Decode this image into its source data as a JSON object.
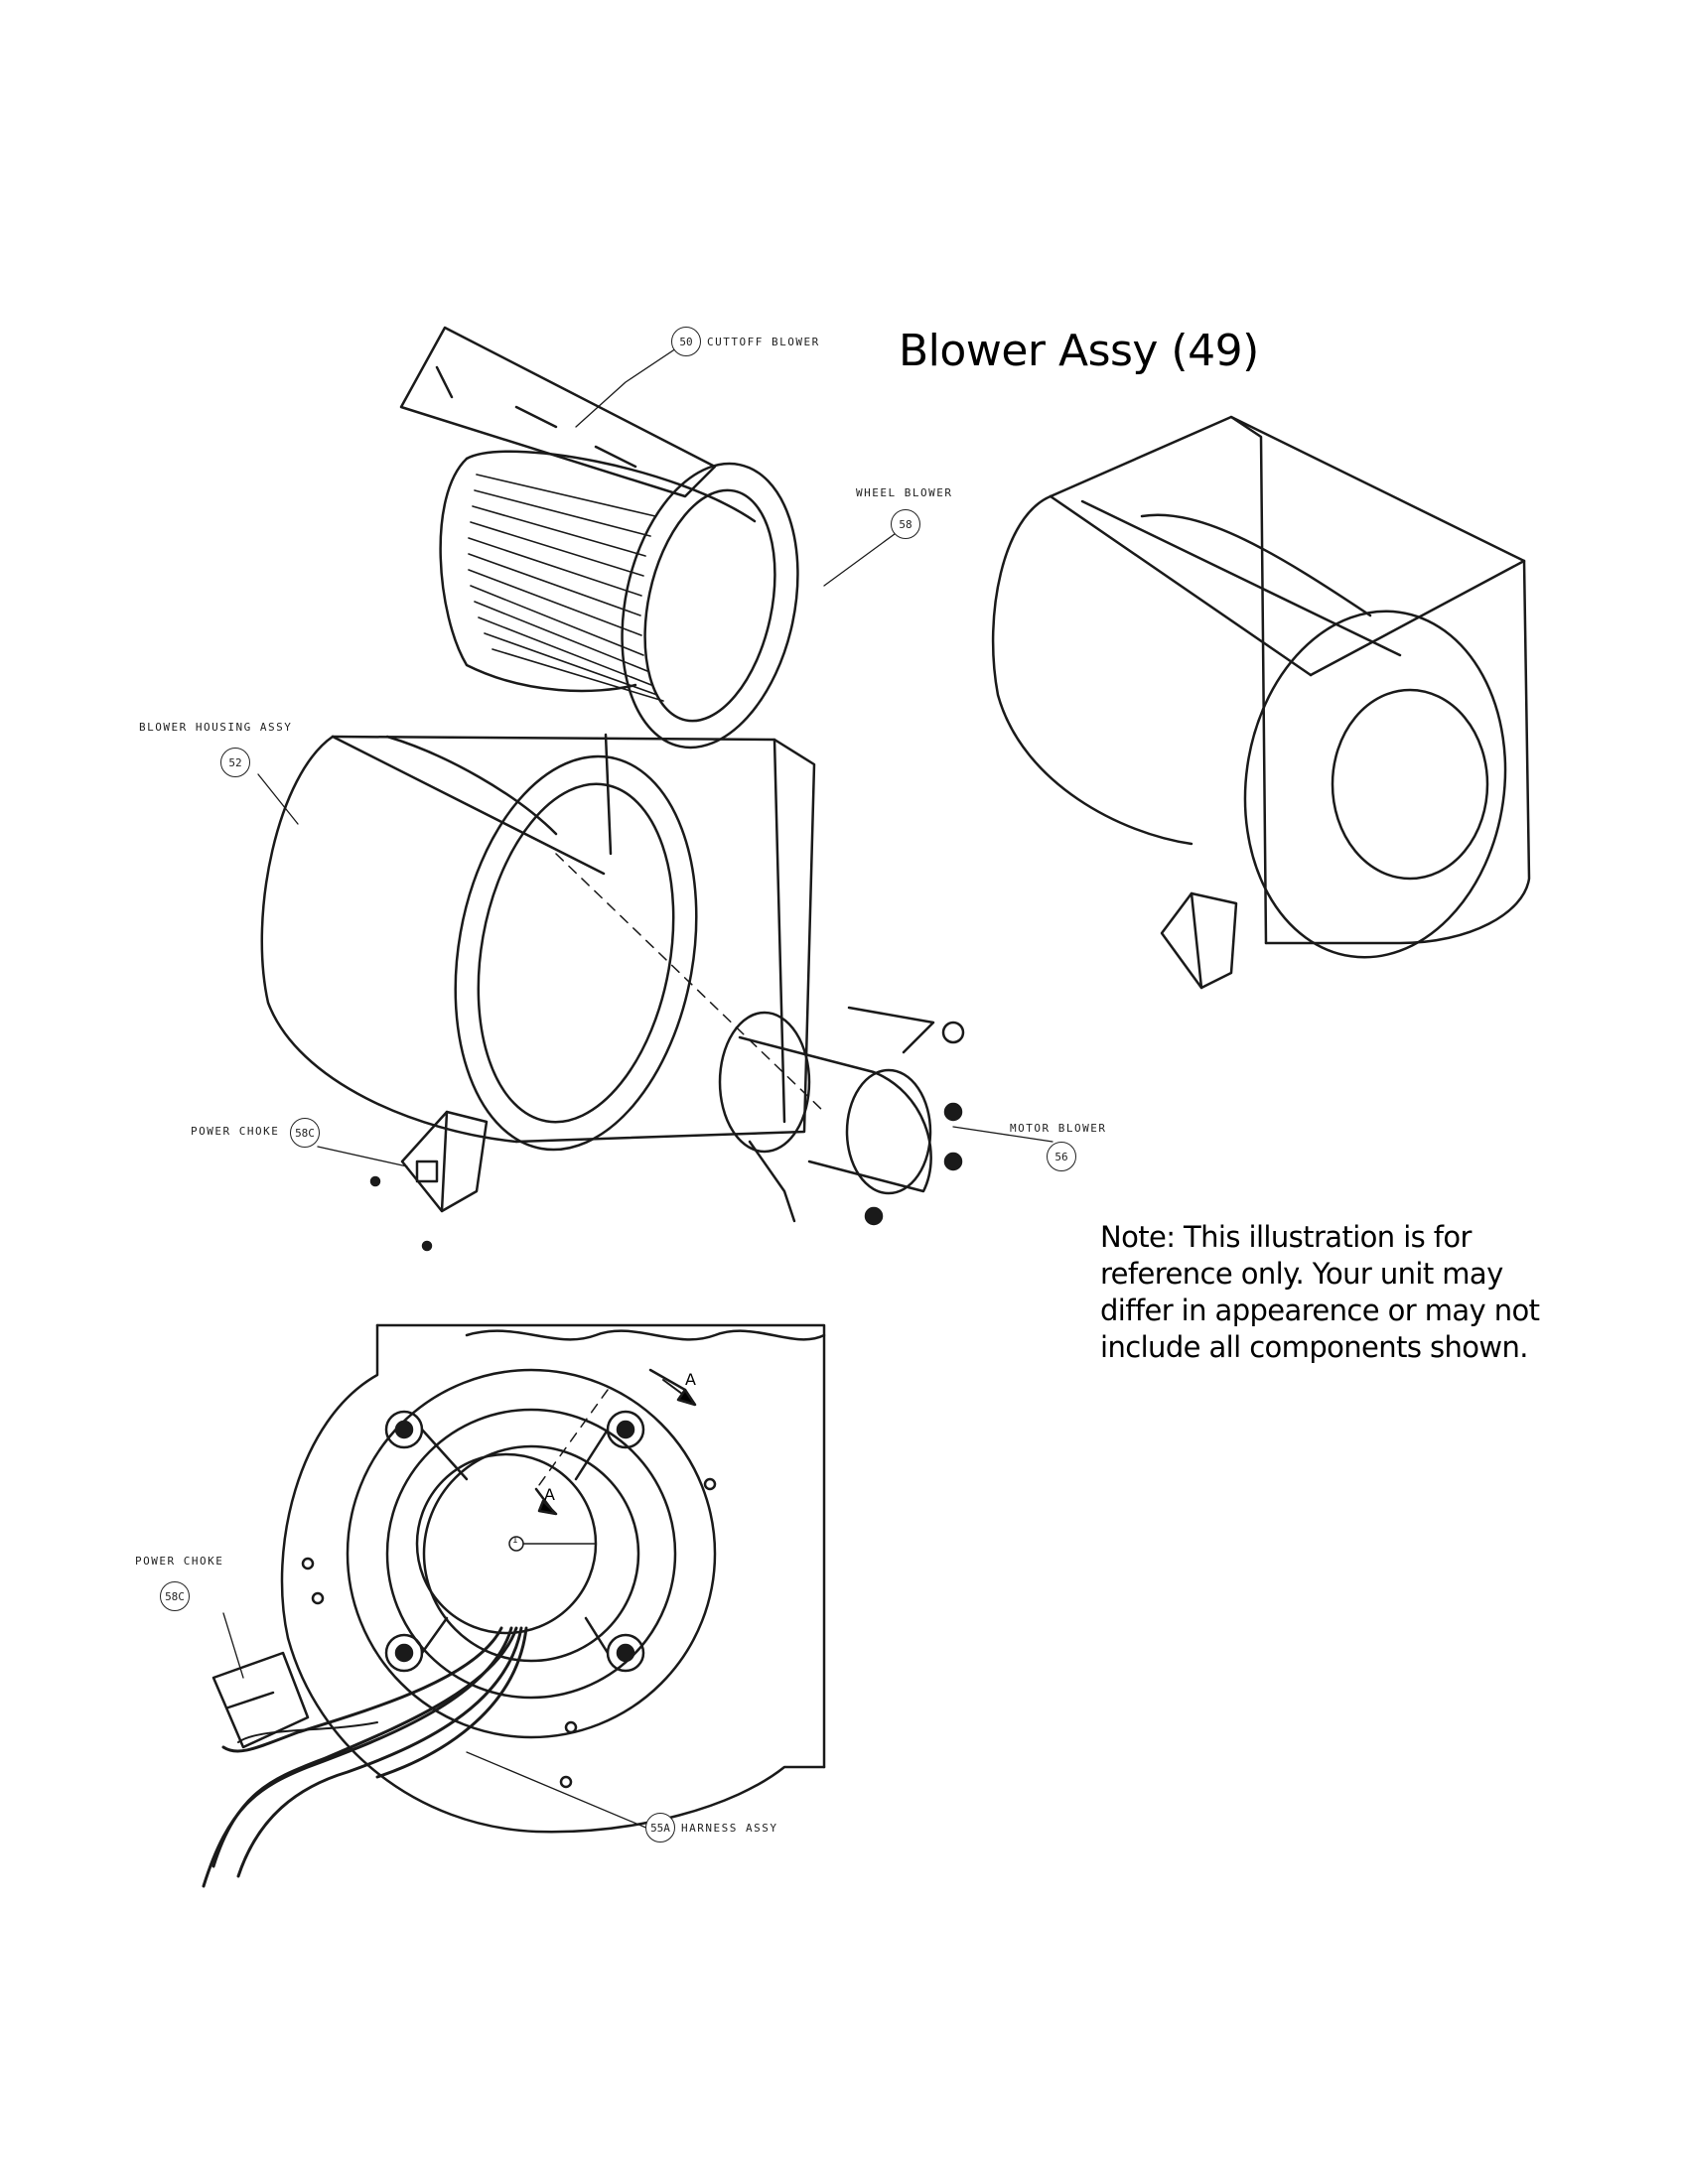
{
  "title": "Blower Assy (49)",
  "note_lines": [
    "Note: This illustration is for",
    "reference only. Your unit may",
    "differ in appearence or may not",
    "include all components shown."
  ],
  "callouts": {
    "cutoff": {
      "num": "50",
      "label": "CUTTOFF BLOWER"
    },
    "wheel": {
      "num": "58",
      "label": "WHEEL BLOWER"
    },
    "housing": {
      "num": "52",
      "label": "BLOWER HOUSING ASSY"
    },
    "choke_top": {
      "num": "58C",
      "label": "POWER CHOKE"
    },
    "motor": {
      "num": "56",
      "label": "MOTOR BLOWER"
    },
    "choke_bottom": {
      "num": "58C",
      "label": "POWER CHOKE"
    },
    "harness": {
      "num": "55A",
      "label": "HARNESS ASSY"
    }
  },
  "section_marker": "A",
  "center_marker": "1"
}
